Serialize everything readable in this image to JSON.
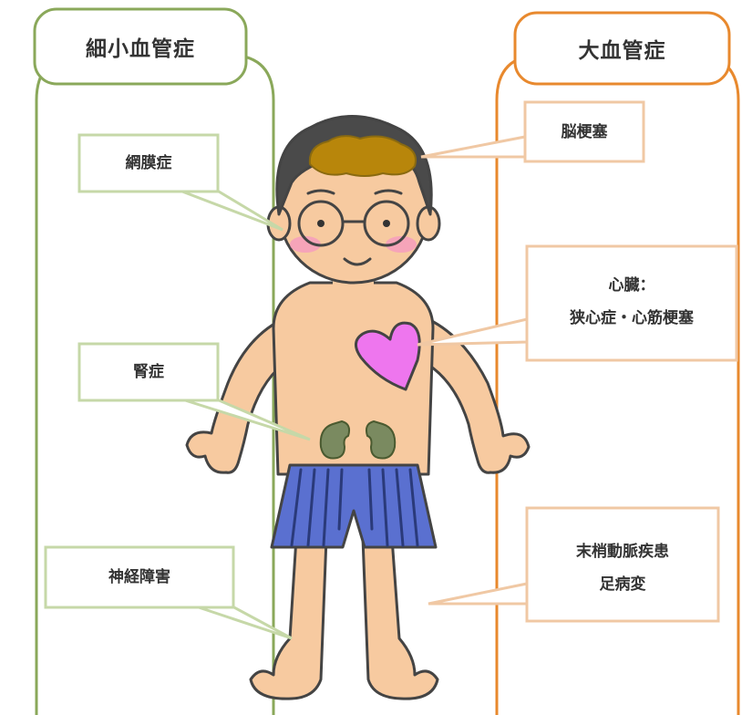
{
  "left_panel": {
    "title": "細小血管症",
    "border_color": "#8aa85a",
    "callouts": [
      {
        "id": "retina",
        "text": "網膜症"
      },
      {
        "id": "kidney",
        "text": "腎症"
      },
      {
        "id": "nerve",
        "text": "神経障害"
      }
    ]
  },
  "right_panel": {
    "title": "大血管症",
    "border_color": "#e8892e",
    "callouts": [
      {
        "id": "brain",
        "lines": [
          "脳梗塞"
        ]
      },
      {
        "id": "heart",
        "lines": [
          "心臓：",
          "狭心症・心筋梗塞"
        ]
      },
      {
        "id": "feet",
        "lines": [
          "末梢動脈疾患",
          "足病変"
        ]
      }
    ]
  },
  "colors": {
    "skin": "#f7caa0",
    "hair": "#4a4a4a",
    "brain": "#b8860b",
    "heart": "#ee76ee",
    "kidney": "#7a8a60",
    "shorts": "#5a70d0",
    "callout_border": "#c6d8a8"
  }
}
